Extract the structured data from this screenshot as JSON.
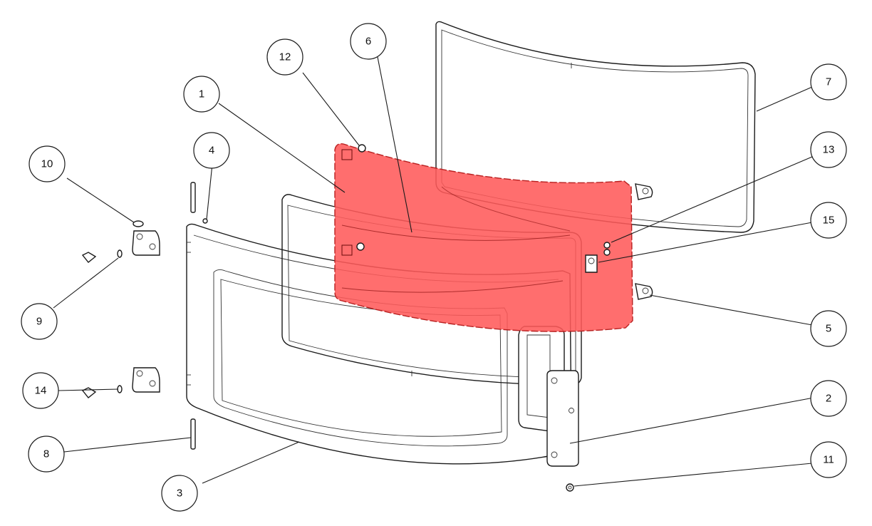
{
  "diagram": {
    "highlight_color": "#ff5a5a",
    "balloons": [
      {
        "id": "b1",
        "label": "1"
      },
      {
        "id": "b2",
        "label": "2"
      },
      {
        "id": "b3",
        "label": "3"
      },
      {
        "id": "b4",
        "label": "4"
      },
      {
        "id": "b5",
        "label": "5"
      },
      {
        "id": "b6",
        "label": "6"
      },
      {
        "id": "b7",
        "label": "7"
      },
      {
        "id": "b8",
        "label": "8"
      },
      {
        "id": "b9",
        "label": "9"
      },
      {
        "id": "b10",
        "label": "10"
      },
      {
        "id": "b11",
        "label": "11"
      },
      {
        "id": "b12",
        "label": "12"
      },
      {
        "id": "b13",
        "label": "13"
      },
      {
        "id": "b14",
        "label": "14"
      },
      {
        "id": "b15",
        "label": "15"
      }
    ]
  }
}
